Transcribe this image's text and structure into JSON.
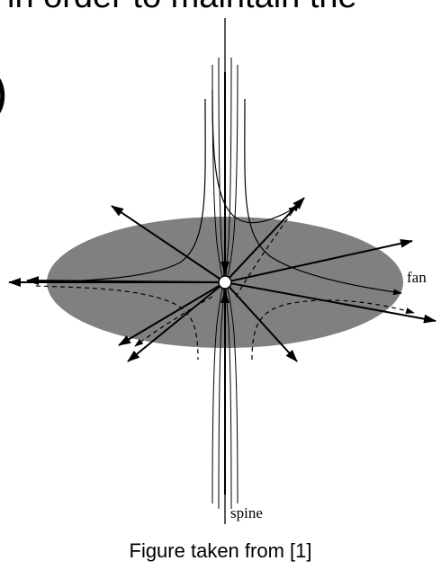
{
  "slide": {
    "cut_off_line": "in order to maintain the",
    "cut_off_glyph": ")",
    "caption": "Figure taken from [1]"
  },
  "diagram": {
    "labels": {
      "fan": "fan",
      "spine": "spine"
    },
    "colors": {
      "fan_disc": "#808080",
      "lines": "#000000",
      "null_point": "#ffffff"
    }
  }
}
